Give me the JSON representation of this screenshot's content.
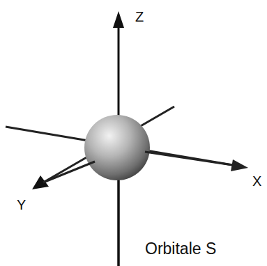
{
  "diagram": {
    "caption": "Orbitale S",
    "labels": [
      "Z",
      "X",
      "Y"
    ]
  }
}
